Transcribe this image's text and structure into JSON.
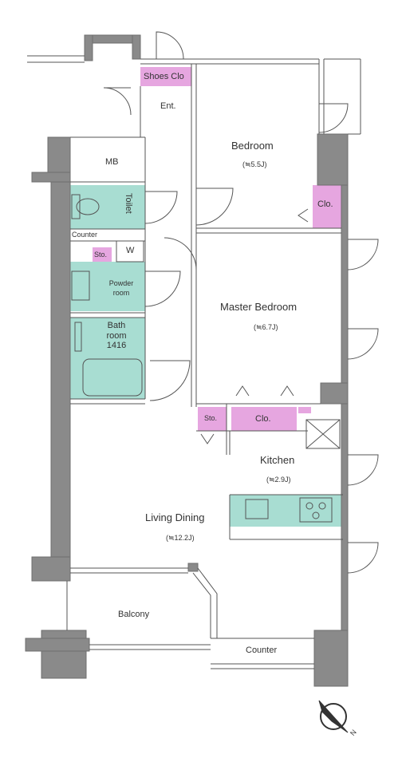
{
  "rooms": {
    "entrance": "Ent.",
    "shoes_closet": "Shoes Clo",
    "bedroom": "Bedroom",
    "bedroom_area": "(≒5.5J)",
    "bedroom_closet": "Clo.",
    "mb": "MB",
    "toilet": "Toilet",
    "counter_small": "Counter",
    "storage_small": "Sto.",
    "washer": "W",
    "powder_room": "Powder\nroom",
    "bathroom": "Bath\nroom\n1416",
    "master_bedroom": "Master Bedroom",
    "master_bedroom_area": "(≒6.7J)",
    "storage": "Sto.",
    "master_closet": "Clo.",
    "kitchen": "Kitchen",
    "kitchen_area": "(≒2.9J)",
    "living_dining": "Living Dining",
    "living_dining_area": "(≒12.2J)",
    "balcony": "Balcony",
    "counter": "Counter"
  },
  "compass": {
    "label": "N",
    "icon": "compass-icon"
  },
  "colors": {
    "wet_area": "#a8ddd2",
    "closet": "#e6a6e0",
    "wall": "#8a8a8a"
  }
}
